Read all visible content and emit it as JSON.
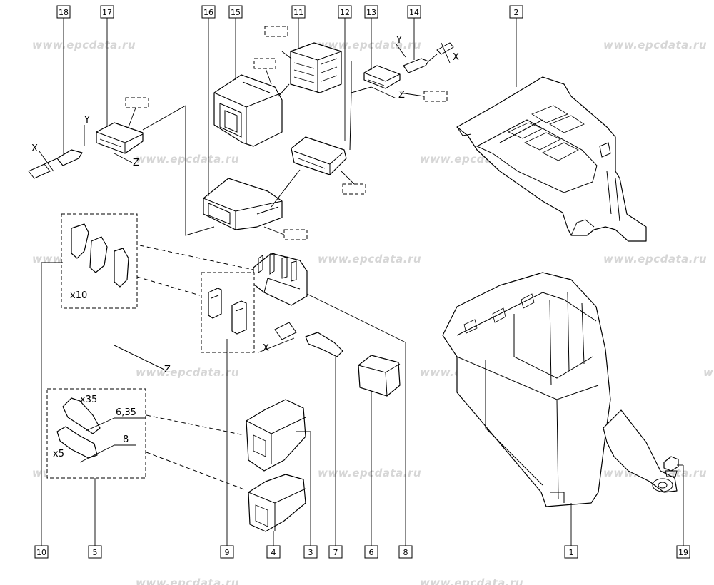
{
  "watermark": "www.epcdata.ru",
  "callouts": {
    "c1": "1",
    "c2": "2",
    "c3": "3",
    "c4": "4",
    "c5": "5",
    "c6": "6",
    "c7": "7",
    "c8": "8",
    "c9": "9",
    "c10": "10",
    "c11": "11",
    "c12": "12",
    "c13": "13",
    "c14": "14",
    "c15": "15",
    "c16": "16",
    "c17": "17",
    "c18": "18",
    "c19": "19"
  },
  "labels": {
    "x10": "x10",
    "x35": "x35",
    "x5": "x5",
    "size635": "6,35",
    "size8": "8",
    "axis_x": "X",
    "axis_y": "Y",
    "axis_z": "Z"
  }
}
